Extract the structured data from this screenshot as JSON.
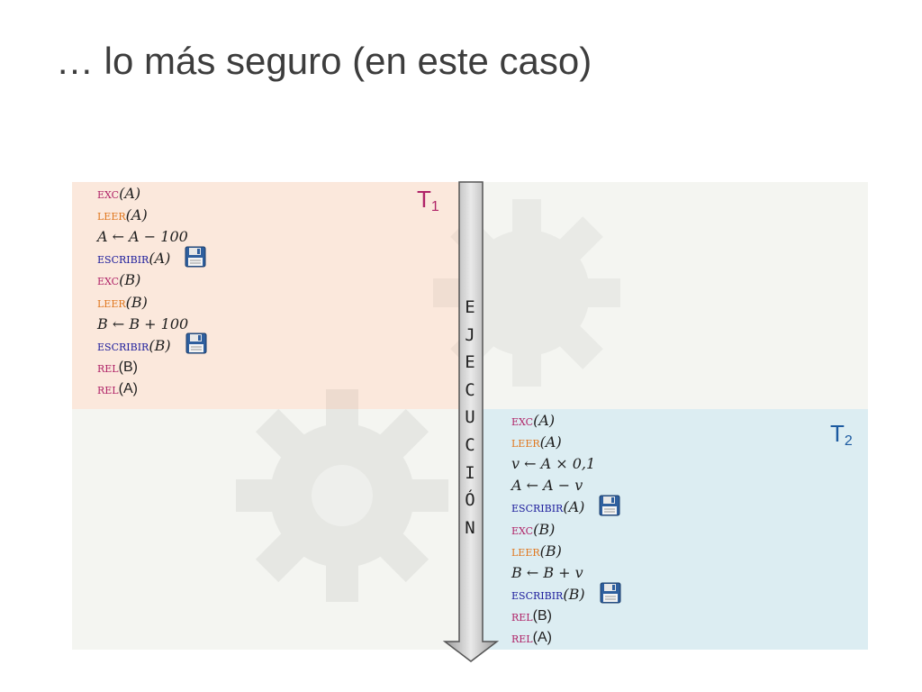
{
  "title": "… lo más seguro (en este caso)",
  "t1": {
    "label": "T",
    "sub": "1",
    "ops": [
      {
        "kw": "exc",
        "arg": "(A)",
        "kind": "exc"
      },
      {
        "kw": "leer",
        "arg": "(A)",
        "kind": "leer"
      },
      {
        "kw": "",
        "arg": "A ← A − 100",
        "kind": "math"
      },
      {
        "kw": "escribir",
        "arg": "(A)",
        "kind": "escribir",
        "disk": true
      },
      {
        "kw": "exc",
        "arg": "(B)",
        "kind": "exc"
      },
      {
        "kw": "leer",
        "arg": "(B)",
        "kind": "leer"
      },
      {
        "kw": "",
        "arg": "B ← B + 100",
        "kind": "math"
      },
      {
        "kw": "escribir",
        "arg": "(B)",
        "kind": "escribir",
        "disk": true
      },
      {
        "kw": "rel",
        "arg": "(B)",
        "kind": "rel"
      },
      {
        "kw": "rel",
        "arg": "(A)",
        "kind": "rel"
      }
    ]
  },
  "t2": {
    "label": "T",
    "sub": "2",
    "ops": [
      {
        "kw": "exc",
        "arg": "(A)",
        "kind": "exc"
      },
      {
        "kw": "leer",
        "arg": "(A)",
        "kind": "leer"
      },
      {
        "kw": "",
        "arg": "v ← A × 0,1",
        "kind": "math"
      },
      {
        "kw": "",
        "arg": "A ← A − v",
        "kind": "math"
      },
      {
        "kw": "escribir",
        "arg": "(A)",
        "kind": "escribir",
        "disk": true
      },
      {
        "kw": "exc",
        "arg": "(B)",
        "kind": "exc"
      },
      {
        "kw": "leer",
        "arg": "(B)",
        "kind": "leer"
      },
      {
        "kw": "",
        "arg": "B ← B + v",
        "kind": "math"
      },
      {
        "kw": "escribir",
        "arg": "(B)",
        "kind": "escribir",
        "disk": true
      },
      {
        "kw": "rel",
        "arg": "(B)",
        "kind": "rel"
      },
      {
        "kw": "rel",
        "arg": "(A)",
        "kind": "rel"
      }
    ]
  },
  "execution_label": [
    "E",
    "J",
    "E",
    "C",
    "U",
    "C",
    "I",
    "Ó",
    "N"
  ],
  "icons": {
    "save": "floppy-disk-icon"
  }
}
